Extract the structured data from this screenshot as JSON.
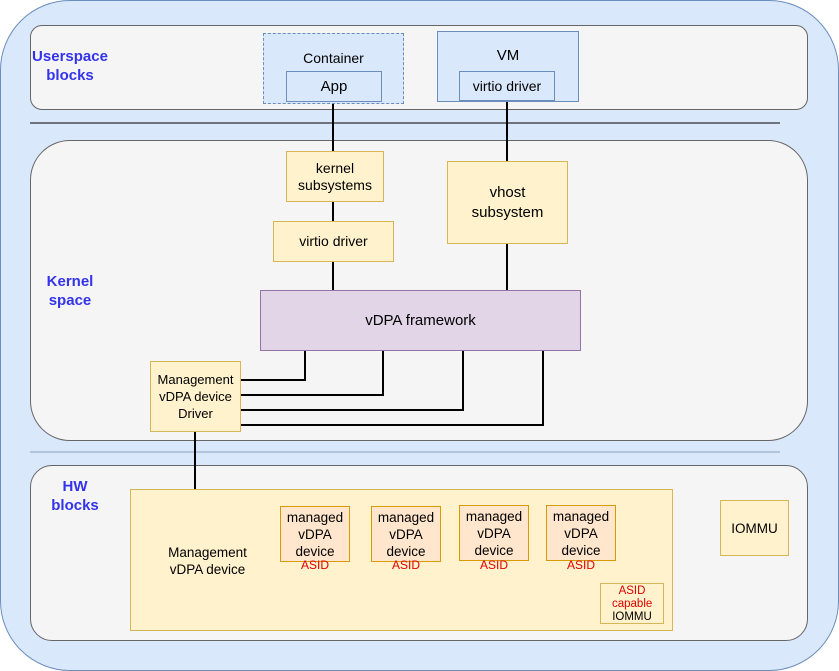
{
  "regions": {
    "userspace": "Userspace blocks",
    "kernel": "Kernel space",
    "hw": "HW blocks"
  },
  "userspace": {
    "container": "Container",
    "app": "App",
    "vm": "VM",
    "vm_driver": "virtio driver"
  },
  "kernel": {
    "kernel_subsystems": "kernel subsystems",
    "virtio_driver": "virtio driver",
    "vhost": "vhost subsystem",
    "vdpa_framework": "vDPA framework",
    "mgmt_driver": "Management vDPA device Driver"
  },
  "hw": {
    "mgmt_device": "Management vDPA device",
    "managed": [
      {
        "label": "managed vDPA device",
        "asid": "ASID"
      },
      {
        "label": "managed vDPA device",
        "asid": "ASID"
      },
      {
        "label": "managed vDPA device",
        "asid": "ASID"
      },
      {
        "label": "managed vDPA device",
        "asid": "ASID"
      }
    ],
    "asid_capable": "ASID capable",
    "asid_iommu": "IOMMU",
    "iommu": "IOMMU"
  },
  "colors": {
    "label": "#3333ee",
    "asid": "#e00000",
    "vdpa_fill": "#e1d5e7",
    "yellow_fill": "#fff2cc",
    "blue_fill": "#dae8fc"
  }
}
